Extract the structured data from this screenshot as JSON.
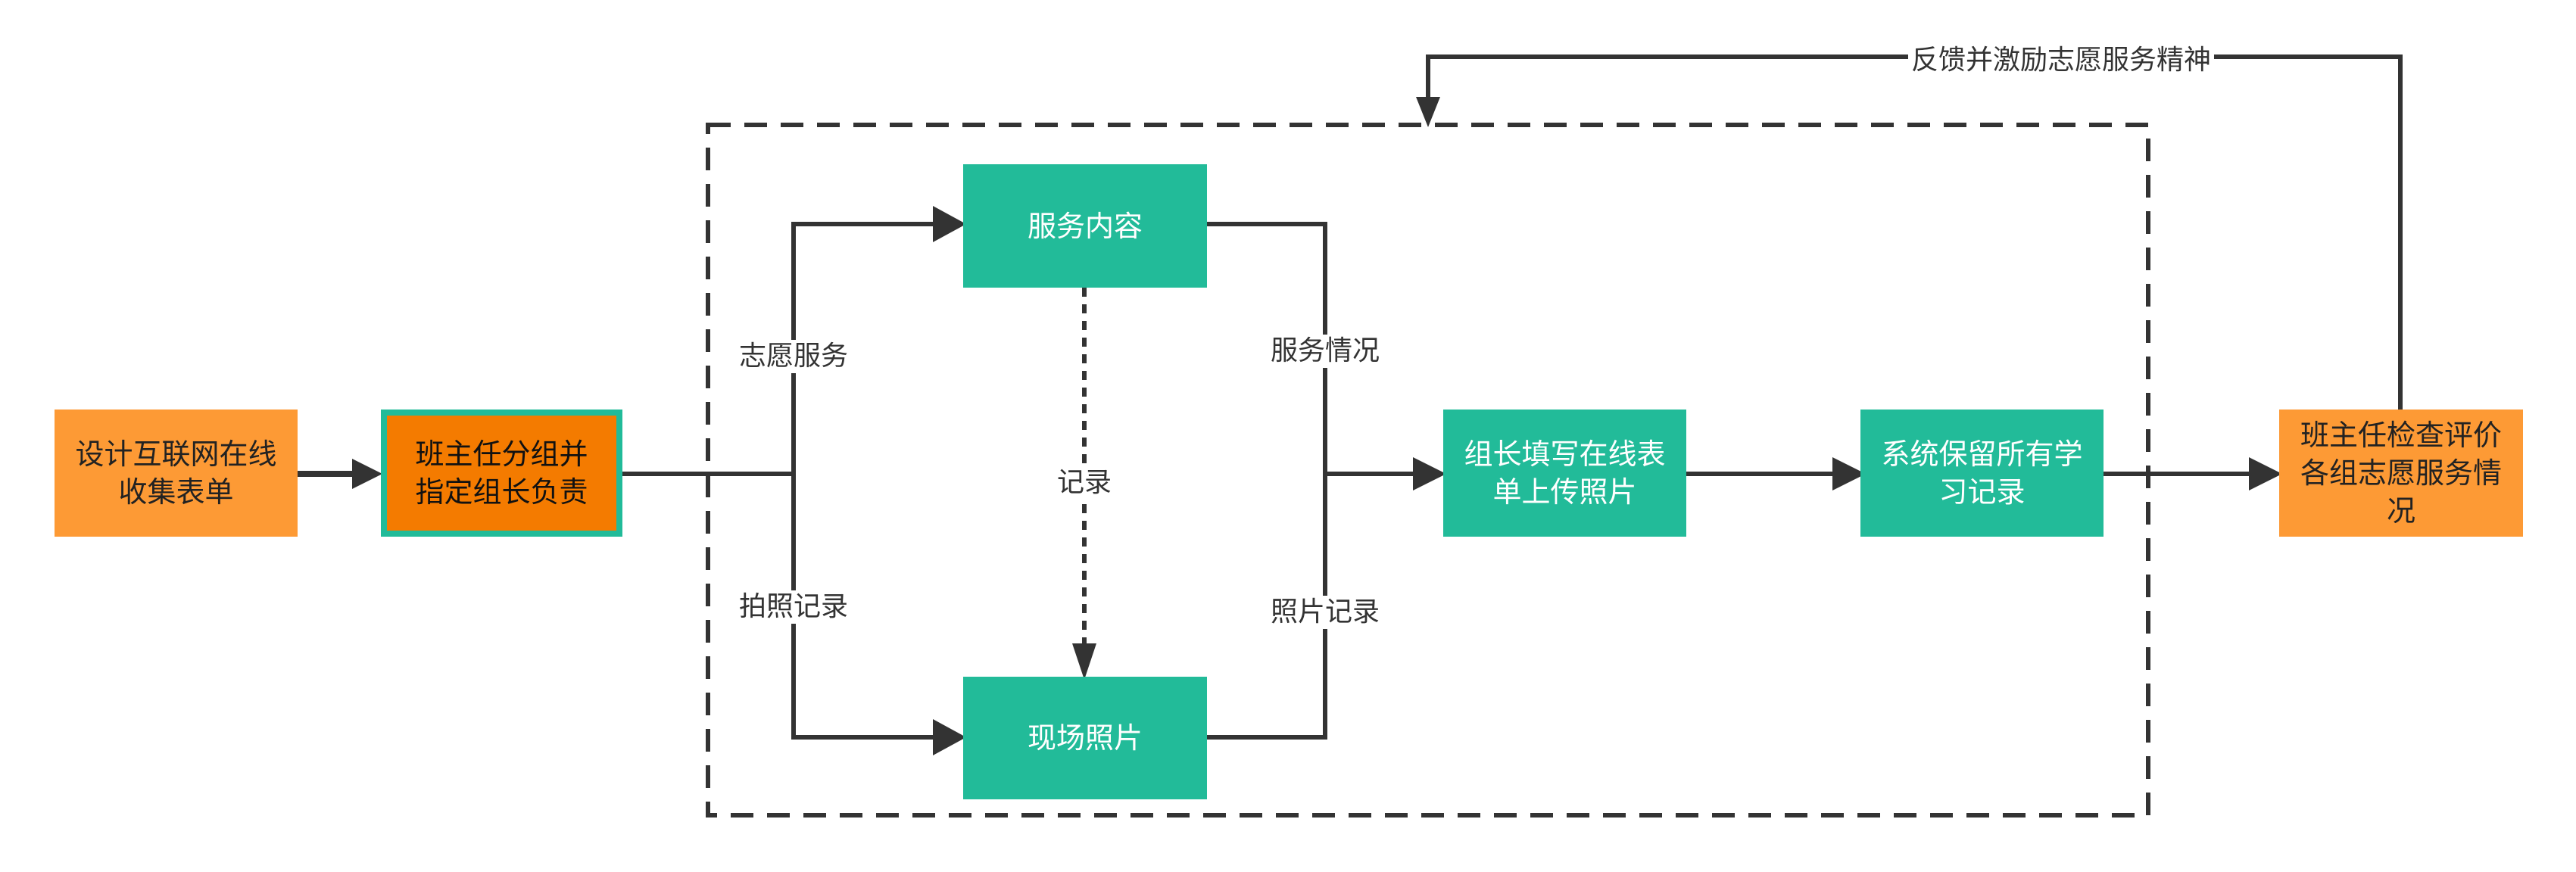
{
  "colors": {
    "orange": "#FD9A35",
    "orange_strong": "#F47B00",
    "teal": "#22BB99",
    "line": "#333333"
  },
  "nodes": {
    "design_form": "设计互联网在线收集表单",
    "group_assign": "班主任分组并指定组长负责",
    "service_content": "服务内容",
    "site_photos": "现场照片",
    "leader_upload": "组长填写在线表单上传照片",
    "system_keep": "系统保留所有学习记录",
    "teacher_review": "班主任检查评价各组志愿服务情况"
  },
  "edge_labels": {
    "volunteer_service": "志愿服务",
    "photo_record": "拍照记录",
    "record": "记录",
    "service_status": "服务情况",
    "photo_log": "照片记录",
    "feedback": "反馈并激励志愿服务精神"
  }
}
